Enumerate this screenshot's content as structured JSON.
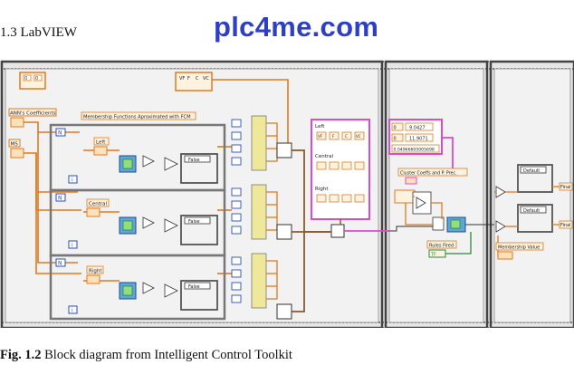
{
  "header": {
    "section": "1.3  LabVIEW",
    "watermark": "plc4me.com"
  },
  "caption": {
    "label": "Fig. 1.2",
    "text": "Block diagram from Intelligent Control Toolkit"
  },
  "diagram": {
    "anns_coeff_label": "ANN's Coefficients",
    "ms_label": "MS",
    "membership_title": "Membership Functions Aproximated with FCM",
    "loop_n": "N",
    "loop_i": "i",
    "case_false": "False",
    "case_default": "Default",
    "rows": [
      {
        "name": "Left"
      },
      {
        "name": "Central"
      },
      {
        "name": "Right"
      }
    ],
    "cluster_top": [
      "VF",
      "F",
      "C",
      "VC"
    ],
    "cluster_group_labels": [
      "Left",
      "Central",
      "Right"
    ],
    "cluster_fields": [
      "VF",
      "F",
      "C",
      "VC"
    ],
    "const_values": [
      "0",
      "9.0427",
      "0",
      "11.9071",
      "0.04966605005698"
    ],
    "cluster_coeffs_label": "Cluster Coeffs and P. Prec.",
    "rules_fired_label": "Rules Fired",
    "membership_value_label": "Membership Value",
    "final_labels": [
      "Final",
      "Final"
    ],
    "numeric_zeros": [
      "0",
      "0"
    ],
    "small_tag": "TF"
  }
}
